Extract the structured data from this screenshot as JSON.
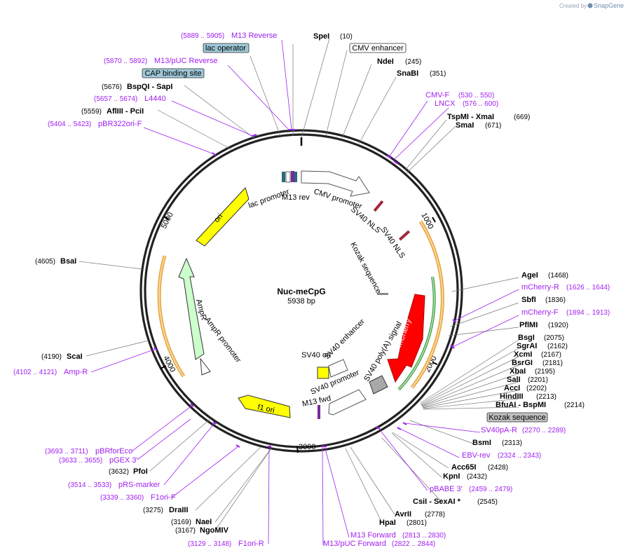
{
  "brand": {
    "prefix": "Created by",
    "name": "SnapGene"
  },
  "plasmid": {
    "name": "Nuc-meCpG",
    "size": "5938 bp"
  },
  "ticks": [
    "1000",
    "2000",
    "3000",
    "4000",
    "5000"
  ],
  "colors": {
    "backbone": "#222222",
    "primer": "#a020f0",
    "ori": "#ffff00",
    "ampr": "#ccffcc",
    "mcherry": "#ff0000",
    "promoter_white": "#ffffff",
    "lac_box": "#9ec8d8",
    "kozak_box": "#c0c0c0",
    "orange_arc": "#e8a23a",
    "green_arc": "#3a9a3a"
  },
  "sites": [
    {
      "name": "SpeI",
      "pos": "(10)"
    },
    {
      "name": "NdeI",
      "pos": "(245)"
    },
    {
      "name": "SnaBI",
      "pos": "(351)"
    },
    {
      "name": "TspMI  - XmaI",
      "pos": "(669)"
    },
    {
      "name": "SmaI",
      "pos": "(671)"
    },
    {
      "name": "AgeI",
      "pos": "(1468)"
    },
    {
      "name": "SbfI",
      "pos": "(1836)"
    },
    {
      "name": "PflMI",
      "pos": "(1920)"
    },
    {
      "name": "BsgI",
      "pos": "(2075)"
    },
    {
      "name": "SgrAI",
      "pos": "(2162)"
    },
    {
      "name": "XcmI",
      "pos": "(2167)"
    },
    {
      "name": "BsrGI",
      "pos": "(2181)"
    },
    {
      "name": "XbaI",
      "pos": "(2195)"
    },
    {
      "name": "SalI",
      "pos": "(2201)"
    },
    {
      "name": "AccI",
      "pos": "(2202)"
    },
    {
      "name": "HindIII",
      "pos": "(2213)"
    },
    {
      "name": "BfuAI  - BspMI",
      "pos": "(2214)"
    },
    {
      "name": "BsmI",
      "pos": "(2313)"
    },
    {
      "name": "Acc65I",
      "pos": "(2428)"
    },
    {
      "name": "KpnI",
      "pos": "(2432)"
    },
    {
      "name": "CsiI  - SexAI *",
      "pos": "(2545)"
    },
    {
      "name": "AvrII",
      "pos": "(2778)"
    },
    {
      "name": "HpaI",
      "pos": "(2801)"
    },
    {
      "name": "NaeI",
      "pos": "(3169)"
    },
    {
      "name": "NgoMIV",
      "pos": "(3167)"
    },
    {
      "name": "DraIII",
      "pos": "(3275)"
    },
    {
      "name": "PfoI",
      "pos": "(3632)"
    },
    {
      "name": "ScaI",
      "pos": "(4190)"
    },
    {
      "name": "BsaI",
      "pos": "(4605)"
    },
    {
      "name": "AflIII  - PciI",
      "pos": "(5559)"
    },
    {
      "name": "BspQI  - SapI",
      "pos": "(5676)"
    }
  ],
  "primers": [
    {
      "name": "M13 Reverse",
      "range": "(5889 .. 5905)"
    },
    {
      "name": "M13/pUC Reverse",
      "range": "(5870 .. 5892)"
    },
    {
      "name": "L4440",
      "range": "(5657 .. 5674)"
    },
    {
      "name": "pBR322ori-F",
      "range": "(5404 .. 5423)"
    },
    {
      "name": "CMV-F",
      "range": "(530 .. 550)"
    },
    {
      "name": "LNCX",
      "range": "(576 .. 600)"
    },
    {
      "name": "mCherry-R",
      "range": "(1626 .. 1644)"
    },
    {
      "name": "mCherry-F",
      "range": "(1894 .. 1913)"
    },
    {
      "name": "SV40pA-R",
      "range": "(2270 .. 2289)"
    },
    {
      "name": "EBV-rev",
      "range": "(2324 .. 2343)"
    },
    {
      "name": "pBABE 3'",
      "range": "(2459 .. 2479)"
    },
    {
      "name": "M13 Forward",
      "range": "(2813 .. 2830)"
    },
    {
      "name": "M13/pUC Forward",
      "range": "(2822 .. 2844)"
    },
    {
      "name": "Amp-R",
      "range": "(4102 .. 4121)"
    },
    {
      "name": "pBRforEco",
      "range": "(3693 .. 3711)"
    },
    {
      "name": "pGEX 3'",
      "range": "(3633 .. 3655)"
    },
    {
      "name": "pRS-marker",
      "range": "(3514 .. 3533)"
    },
    {
      "name": "F1ori-F",
      "range": "(3339 .. 3360)"
    },
    {
      "name": "F1ori-R",
      "range": "(3129 .. 3148)"
    }
  ],
  "boxes": {
    "lac_operator": "lac operator",
    "cap_binding_site": "CAP binding site",
    "cmv_enhancer": "CMV enhancer",
    "kozak_sequence": "Kozak sequence"
  },
  "features": {
    "lac_promoter": "lac promoter",
    "m13_rev": "M13 rev",
    "cmv_promoter": "CMV promoter",
    "sv40_nls_1": "SV40 NLS",
    "sv40_nls_2": "SV40 NLS",
    "kozak_inner": "Kozak sequence",
    "mcherry": "mCherry",
    "sv40_polya": "SV40 poly(A) signal",
    "sv40_enhancer": "SV40 enhancer",
    "sv40_ori": "SV40 ori",
    "sv40_promoter": "SV40 promoter",
    "m13_fwd": "M13 fwd",
    "f1_ori": "f1 ori",
    "ampr": "AmpR",
    "ampr_promoter": "AmpR promoter",
    "ori": "ori"
  }
}
